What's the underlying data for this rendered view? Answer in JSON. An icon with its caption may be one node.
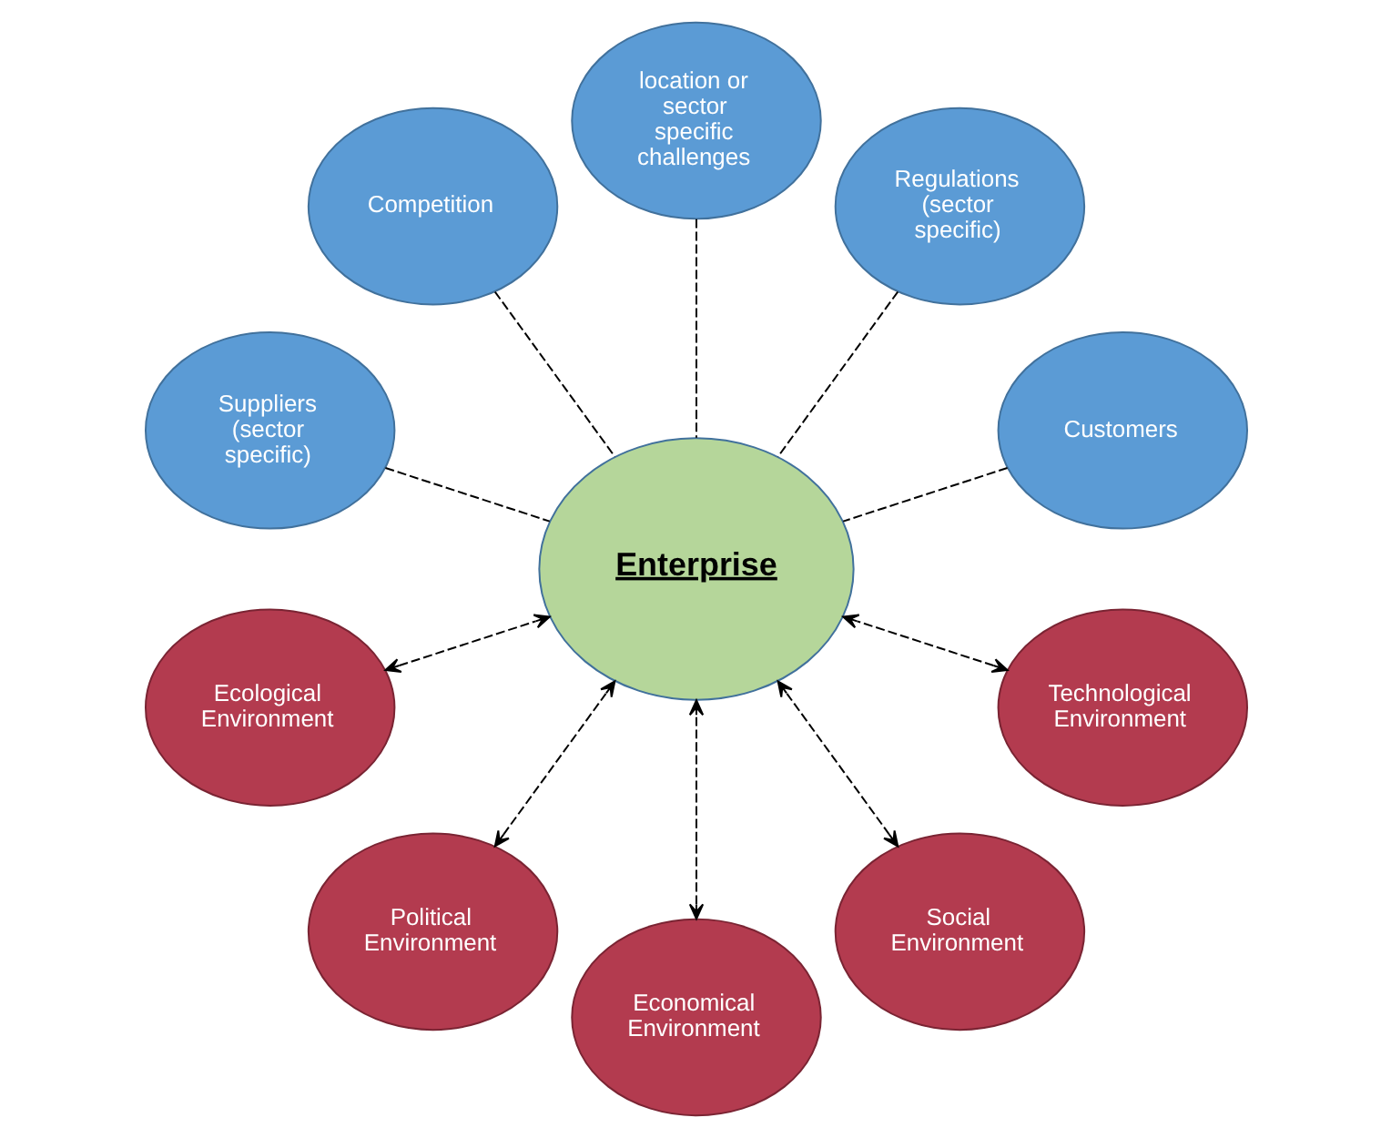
{
  "diagram": {
    "nodes": [
      {
        "text": [
          "Enterprise"
        ]
      },
      {
        "text": [
          "Customers"
        ]
      },
      {
        "text": [
          "Regulations (sector specific)"
        ]
      },
      {
        "text": [
          "location or sector specific challenges"
        ]
      },
      {
        "text": [
          "Competition"
        ]
      },
      {
        "text": [
          "Suppliers (sector specific)"
        ]
      },
      {
        "text": [
          "Ecological Environment"
        ]
      },
      {
        "text": [
          "Political Environment"
        ]
      },
      {
        "text": [
          "Economical Environment"
        ]
      },
      {
        "text": [
          "Social Environment"
        ]
      },
      {
        "text": [
          "Technological Environment"
        ]
      }
    ],
    "edges": [
      {
        "from": 1,
        "to": 0,
        "arrow": "none",
        "style": "dashed"
      },
      {
        "from": 7,
        "to": 0,
        "arrow": "both",
        "style": "dashed"
      },
      {
        "from": 2,
        "to": 0,
        "arrow": "none",
        "style": "dashed"
      },
      {
        "from": 8,
        "to": 0,
        "arrow": "both",
        "style": "dashed"
      },
      {
        "from": 3,
        "to": 0,
        "arrow": "none",
        "style": "dashed"
      },
      {
        "from": 9,
        "to": 0,
        "arrow": "both",
        "style": "dashed"
      },
      {
        "from": 4,
        "to": 0,
        "arrow": "none",
        "style": "dashed"
      },
      {
        "from": 10,
        "to": 0,
        "arrow": "both",
        "style": "dashed"
      },
      {
        "from": 5,
        "to": 0,
        "arrow": "none",
        "style": "dashed"
      },
      {
        "from": 6,
        "to": 0,
        "arrow": "both",
        "style": "dashed"
      }
    ]
  }
}
